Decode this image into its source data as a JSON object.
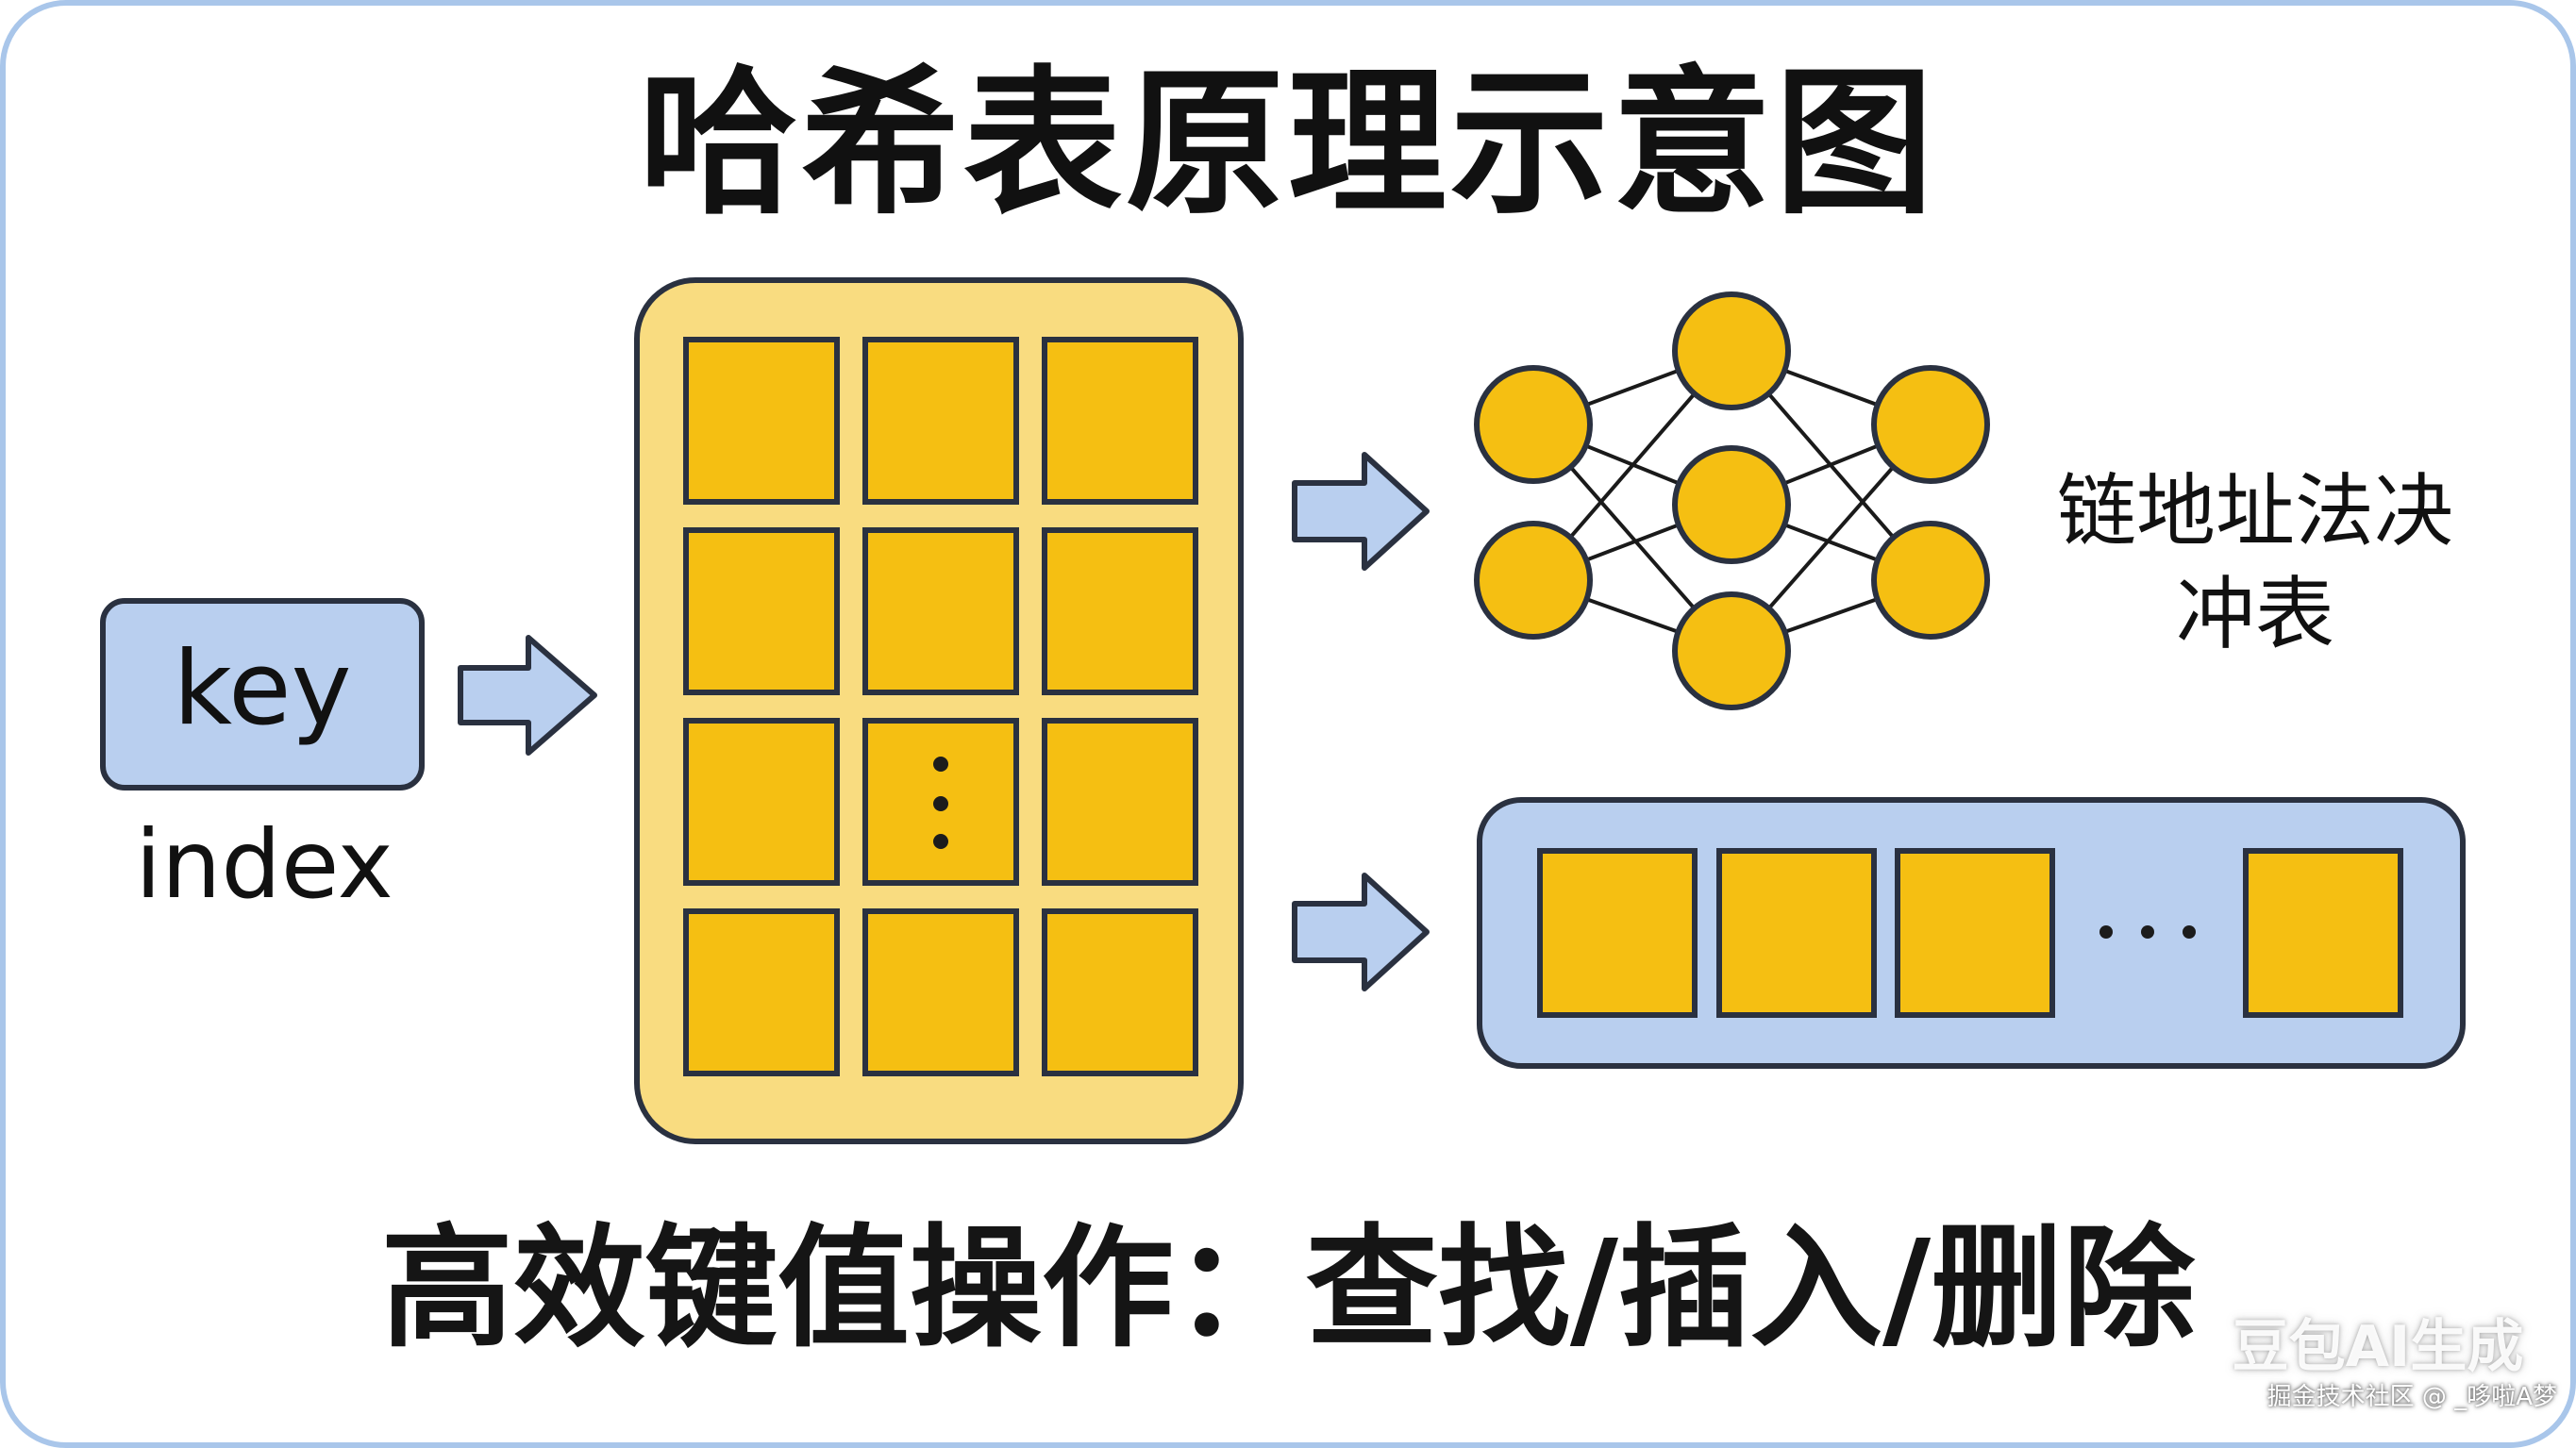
{
  "title": "哈希表原理示意图",
  "subtitle": "高效键值操作：查找/插入/删除",
  "key_label": "key",
  "index_label": "index",
  "side_label_line1": "链地址法决",
  "side_label_line2": "冲表",
  "watermark_brand": "豆包AI生成",
  "watermark_credit": "掘金技术社区 @ _哆啦A梦",
  "colors": {
    "cell_fill": "#f5bf12",
    "table_bg": "#f9dc80",
    "blue_fill": "#b9cfef",
    "outline": "#2a3140",
    "frame": "#a9c6ea"
  }
}
